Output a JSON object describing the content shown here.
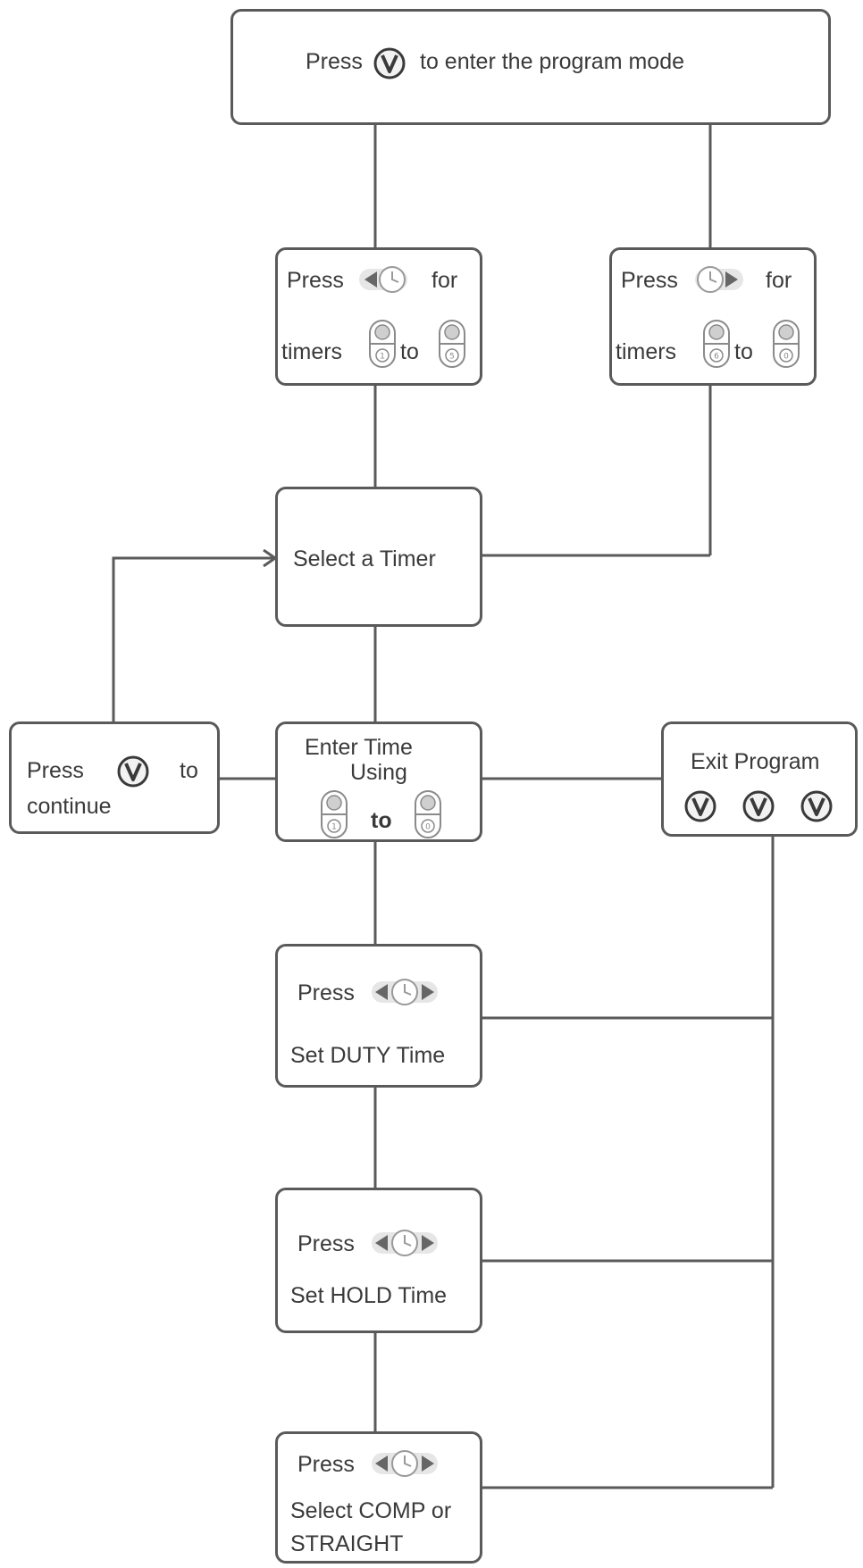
{
  "diagram": {
    "start": {
      "before": "Press",
      "after": "to enter the program mode"
    },
    "left_timers": {
      "line1_before": "Press",
      "line1_after": "for",
      "line2_before": "timers",
      "line2_mid": "to"
    },
    "right_timers": {
      "line1_before": "Press",
      "line1_after": "for",
      "line2_before": "timers",
      "line2_mid": "to"
    },
    "select_timer": {
      "label": "Select a Timer"
    },
    "continue_box": {
      "line1_before": "Press",
      "line1_after": "to",
      "line2": "continue"
    },
    "enter_time": {
      "line1": "Enter Time",
      "line2": "Using",
      "mid": "to"
    },
    "exit_program": {
      "label": "Exit Program"
    },
    "duty": {
      "press": "Press",
      "label": "Set DUTY Time"
    },
    "hold": {
      "press": "Press",
      "label": "Set HOLD Time"
    },
    "comp": {
      "press": "Press",
      "line1": "Select COMP or",
      "line2": "STRAIGHT"
    }
  },
  "timer_key_numbers": {
    "left_from": "1",
    "left_to": "5",
    "right_from": "6",
    "right_to": "0",
    "enter_from": "1",
    "enter_to": "0"
  },
  "icons": [
    "v-button-icon",
    "left-arrow-clock-icon",
    "clock-right-arrow-icon",
    "left-clock-right-icon",
    "timer-key-icon"
  ],
  "colors": {
    "line": "#5a5a5a",
    "text": "#3a3a3a",
    "icon_gray": "#8a8a8a",
    "icon_light": "#d4d4d4",
    "background": "#ffffff"
  }
}
